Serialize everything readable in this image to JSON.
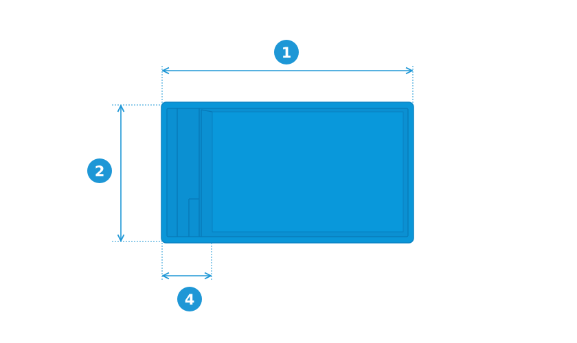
{
  "colors": {
    "accent": "#1e97d6",
    "pool_fill": "#0a96d8",
    "pool_edge": "#0a84c4",
    "pool_inner": "#0b90d2"
  },
  "dimensions": [
    {
      "label": "1"
    },
    {
      "label": "2"
    },
    {
      "label": "4"
    }
  ]
}
